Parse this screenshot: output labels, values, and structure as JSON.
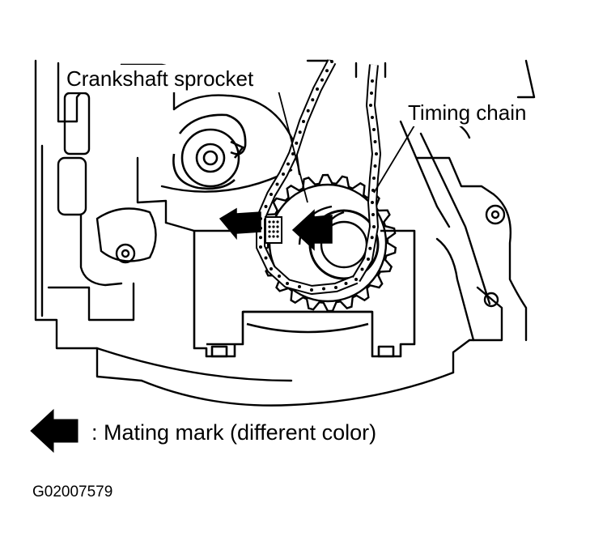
{
  "labels": {
    "crankshaft_sprocket": "Crankshaft sprocket",
    "timing_chain": "Timing chain"
  },
  "legend": {
    "icon": "left-arrow-icon",
    "text": ": Mating mark (different color)"
  },
  "figure_id": "G02007579",
  "colors": {
    "ink": "#000000",
    "paper": "#ffffff"
  }
}
